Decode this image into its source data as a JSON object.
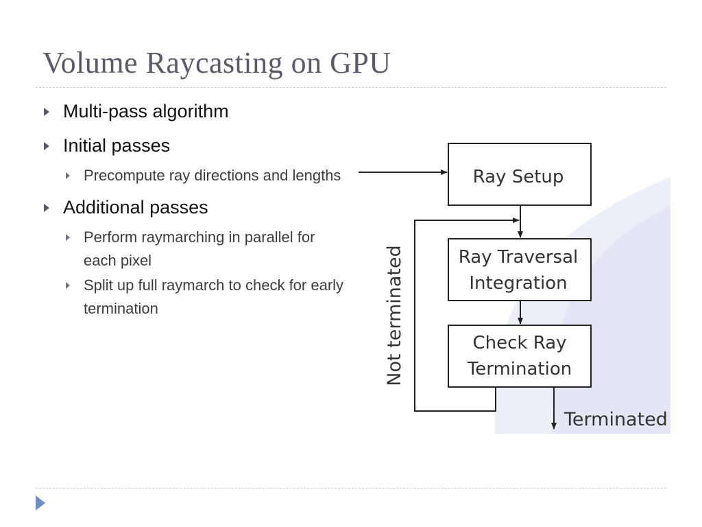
{
  "title": "Volume Raycasting on GPU",
  "bullets": [
    {
      "text": "Multi-pass algorithm"
    },
    {
      "text": "Initial passes"
    },
    {
      "text": "Precompute ray directions and lengths"
    },
    {
      "text": "Additional passes"
    },
    {
      "text": "Perform raymarching in parallel for each pixel"
    },
    {
      "text": "Split up full raymarch to check for early termination"
    }
  ],
  "diagram": {
    "boxes": [
      {
        "lines": [
          "Ray Setup"
        ]
      },
      {
        "lines": [
          "Ray Traversal",
          "Integration"
        ]
      },
      {
        "lines": [
          "Check Ray",
          "Termination"
        ]
      }
    ],
    "loop_label": "Not terminated",
    "exit_label": "Terminated"
  },
  "colors": {
    "title": "#5a5a68",
    "rule": "#c9cfd8",
    "nav": "#6b8fc8"
  }
}
